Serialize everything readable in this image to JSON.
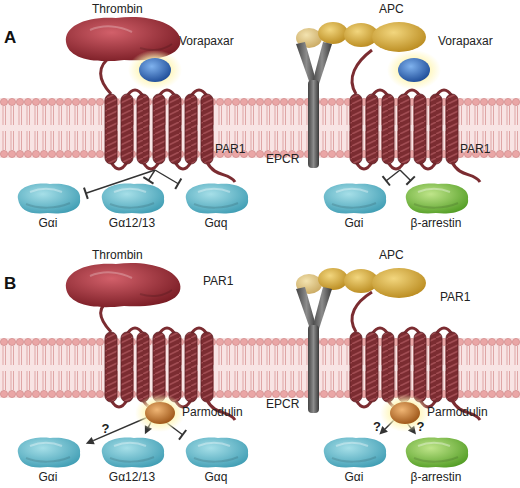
{
  "diagram": {
    "nodes": [
      {
        "text": [
          "Thrombin"
        ]
      },
      {
        "text": [
          "Vorapaxar"
        ]
      },
      {
        "text": [
          "PAR1"
        ]
      },
      {
        "text": [
          "Gαi"
        ]
      },
      {
        "text": [
          "Gα12/13"
        ]
      },
      {
        "text": [
          "Gαq"
        ]
      },
      {
        "text": [
          "APC"
        ]
      },
      {
        "text": [
          "Vorapaxar"
        ]
      },
      {
        "text": [
          "EPCR"
        ]
      },
      {
        "text": [
          "PAR1"
        ]
      },
      {
        "text": [
          "Gαi"
        ]
      },
      {
        "text": [
          "β-arrestin"
        ]
      },
      {
        "text": [
          "Thrombin"
        ]
      },
      {
        "text": [
          "PAR1"
        ]
      },
      {
        "text": [
          "Parmodulin"
        ]
      },
      {
        "text": [
          "Gαi"
        ]
      },
      {
        "text": [
          "Gα12/13"
        ]
      },
      {
        "text": [
          "Gαq"
        ]
      },
      {
        "text": [
          "APC"
        ]
      },
      {
        "text": [
          "EPCR"
        ]
      },
      {
        "text": [
          "PAR1"
        ]
      },
      {
        "text": [
          "Parmodulin"
        ]
      },
      {
        "text": [
          "Gαi"
        ]
      },
      {
        "text": [
          "β-arrestin"
        ]
      }
    ],
    "edges": [
      {
        "from": 2,
        "to": 3,
        "arrow": "to"
      },
      {
        "from": 2,
        "to": 4,
        "arrow": "to"
      },
      {
        "from": 2,
        "to": 5,
        "arrow": "to"
      },
      {
        "from": 9,
        "to": 10,
        "arrow": "to"
      },
      {
        "from": 9,
        "to": 11,
        "arrow": "to"
      },
      {
        "from": 13,
        "to": 15,
        "label": "?",
        "arrow": "to"
      },
      {
        "from": 13,
        "to": 16,
        "arrow": "to"
      },
      {
        "from": 13,
        "to": 17,
        "arrow": "to"
      },
      {
        "from": 20,
        "to": 22,
        "label": "?",
        "arrow": "to"
      },
      {
        "from": 20,
        "to": 23,
        "label": "?",
        "arrow": "to"
      }
    ],
    "labels": [
      "A",
      "B"
    ]
  }
}
